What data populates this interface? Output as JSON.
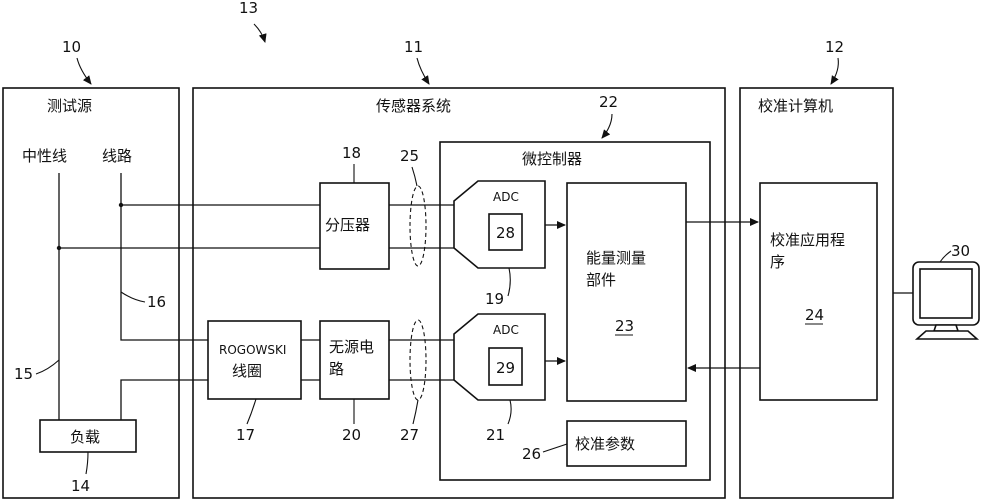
{
  "labels": {
    "test_source": "测试源",
    "neutral": "中性线",
    "line": "线路",
    "load": "负载",
    "sensor_system": "传感器系统",
    "divider": "分压器",
    "rogowski_1": "ROGOWSKI",
    "rogowski_2": "线圈",
    "passive_1": "无源电",
    "passive_2": "路",
    "microcontroller": "微控制器",
    "adc_a": "ADC",
    "adc_b": "ADC",
    "energy_1": "能量测量",
    "energy_2": "部件",
    "calib_params": "校准参数",
    "calib_computer": "校准计算机",
    "calib_app_1": "校准应用程",
    "calib_app_2": "序"
  },
  "refs": {
    "r10": "10",
    "r11": "11",
    "r12": "12",
    "r13": "13",
    "r14": "14",
    "r15": "15",
    "r16": "16",
    "r17": "17",
    "r18": "18",
    "r19": "19",
    "r20": "20",
    "r21": "21",
    "r22": "22",
    "r23": "23",
    "r24": "24",
    "r25": "25",
    "r26": "26",
    "r27": "27",
    "r28": "28",
    "r29": "29",
    "r30": "30"
  }
}
